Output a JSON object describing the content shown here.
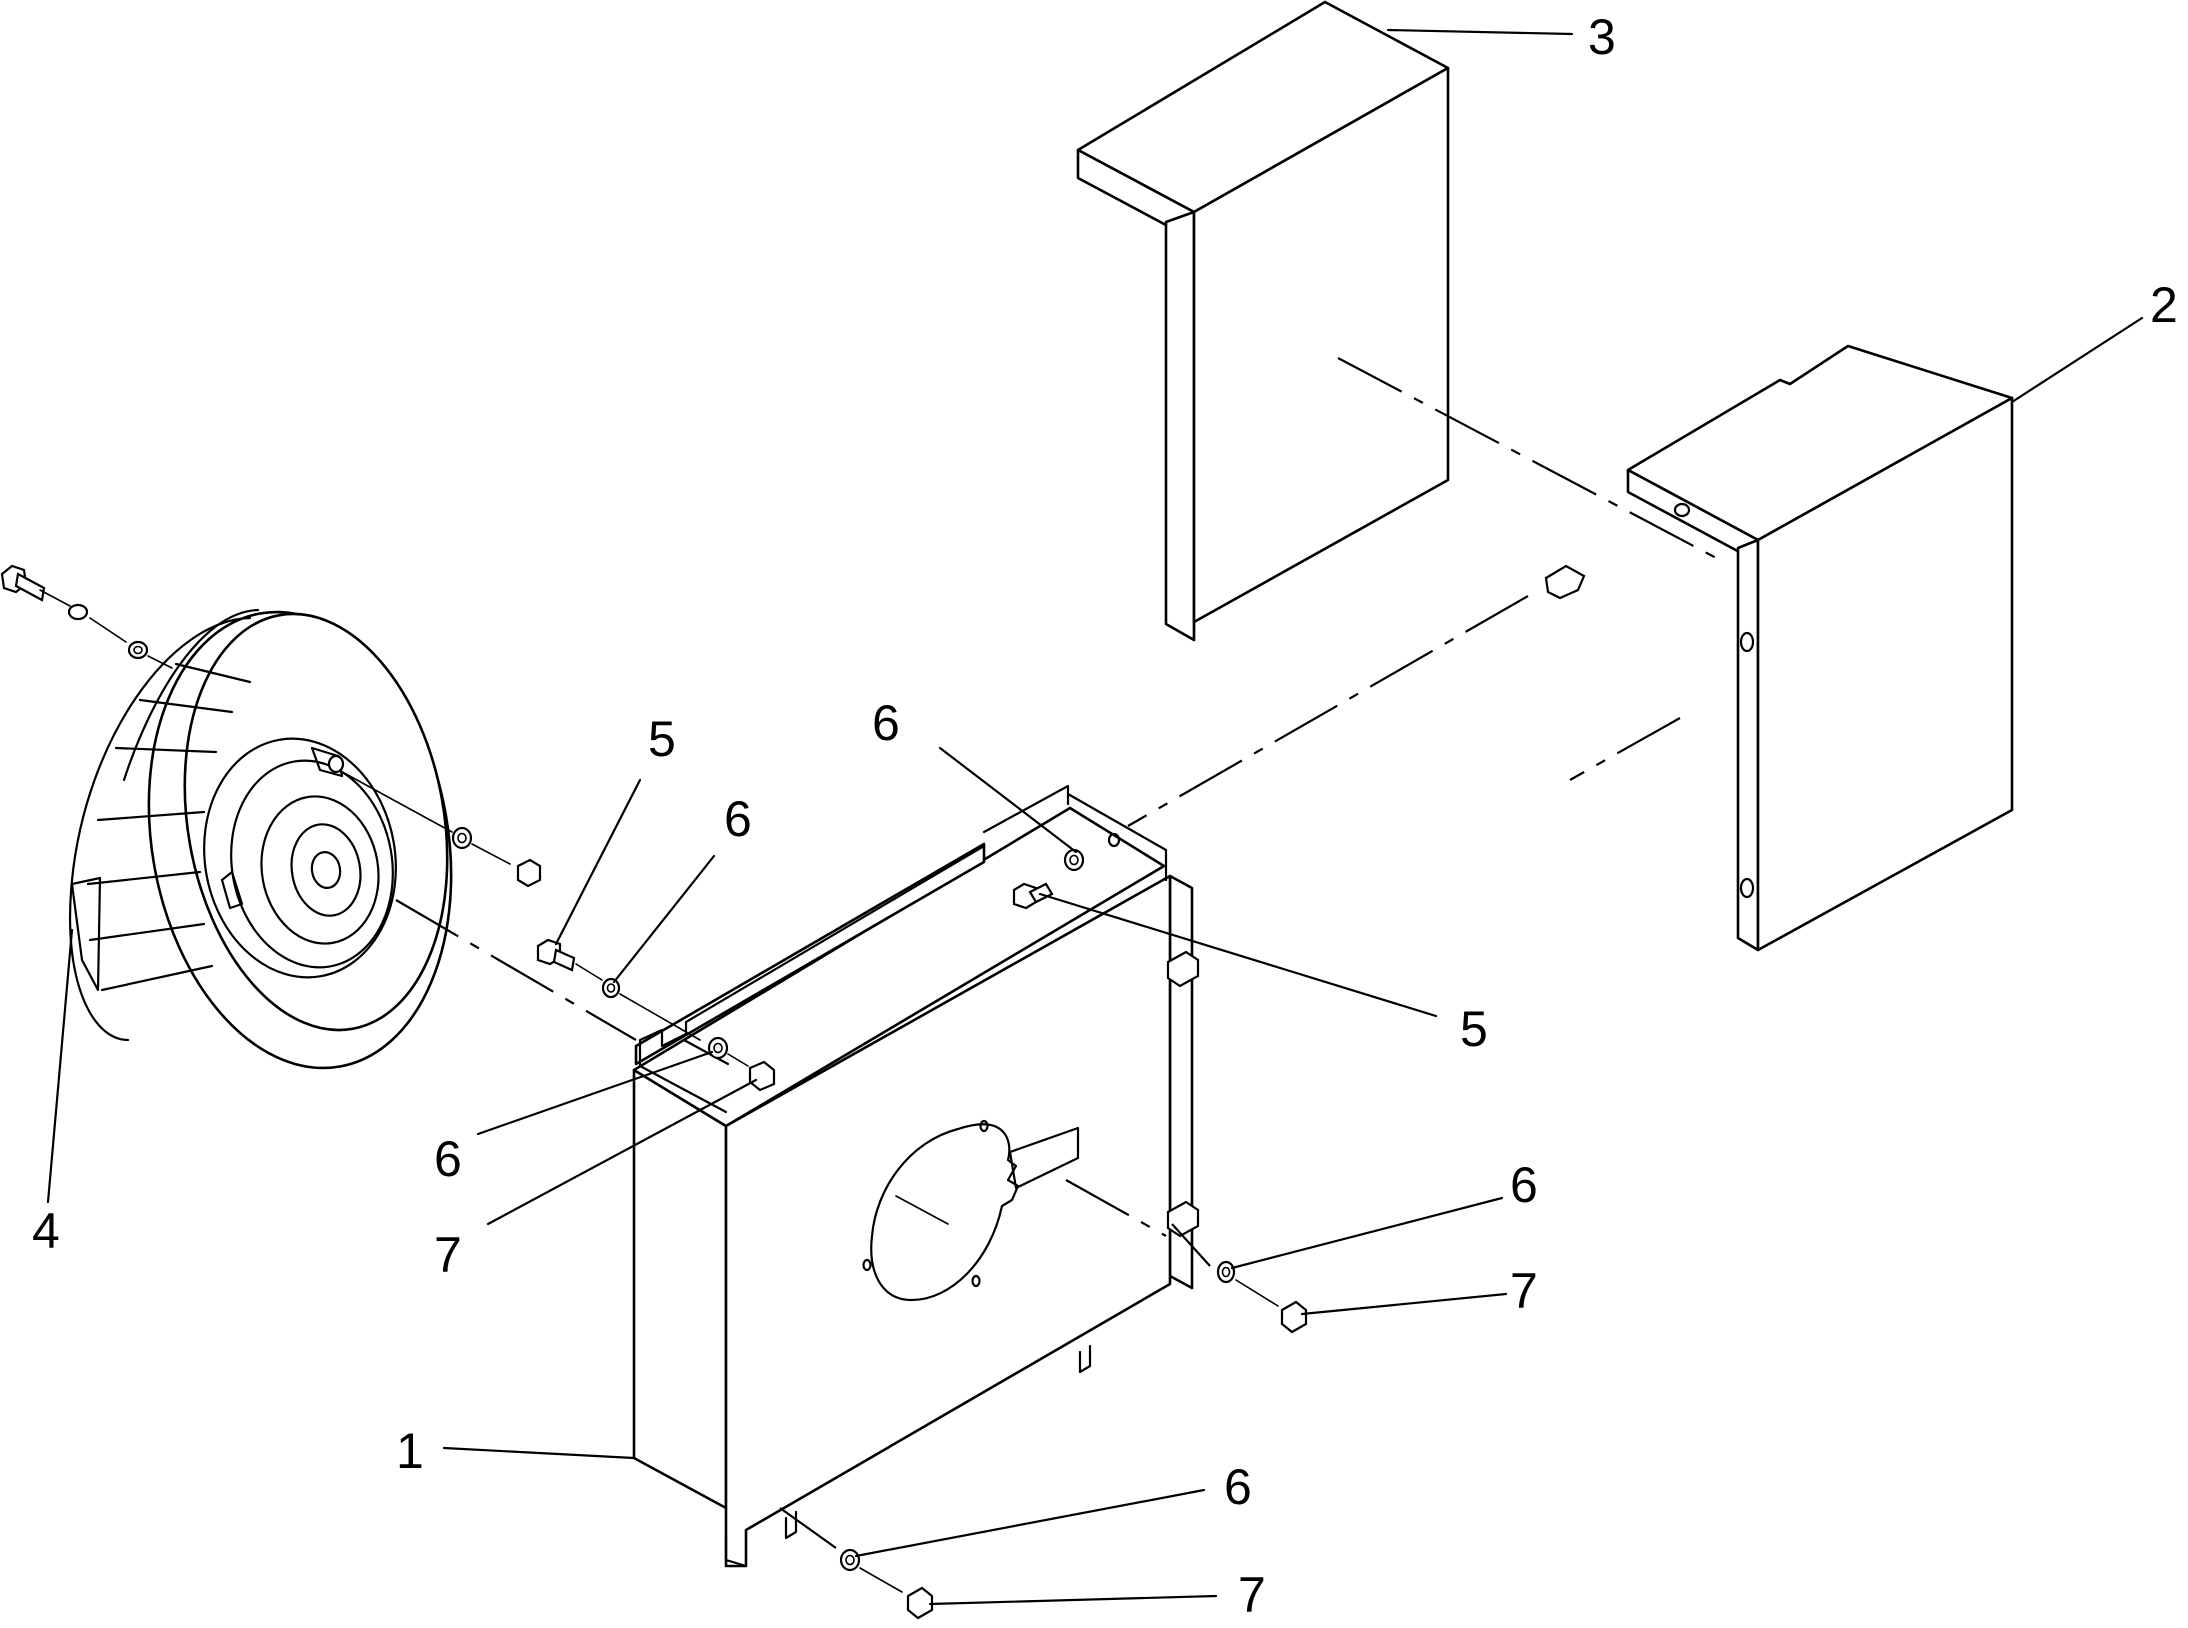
{
  "diagram": {
    "callouts": [
      {
        "id": "c3",
        "label": "3",
        "part": "top cover"
      },
      {
        "id": "c2",
        "label": "2",
        "part": "side cover"
      },
      {
        "id": "c4",
        "label": "4",
        "part": "blower wheel"
      },
      {
        "id": "c5a",
        "label": "5",
        "part": "bolt"
      },
      {
        "id": "c6a",
        "label": "6",
        "part": "washer"
      },
      {
        "id": "c6b",
        "label": "6",
        "part": "washer"
      },
      {
        "id": "c5b",
        "label": "5",
        "part": "bolt"
      },
      {
        "id": "c6c",
        "label": "6",
        "part": "washer"
      },
      {
        "id": "c7a",
        "label": "7",
        "part": "nut"
      },
      {
        "id": "c6d",
        "label": "6",
        "part": "washer"
      },
      {
        "id": "c7b",
        "label": "7",
        "part": "nut"
      },
      {
        "id": "c1",
        "label": "1",
        "part": "blower housing"
      },
      {
        "id": "c6e",
        "label": "6",
        "part": "washer"
      },
      {
        "id": "c7c",
        "label": "7",
        "part": "nut"
      }
    ]
  }
}
